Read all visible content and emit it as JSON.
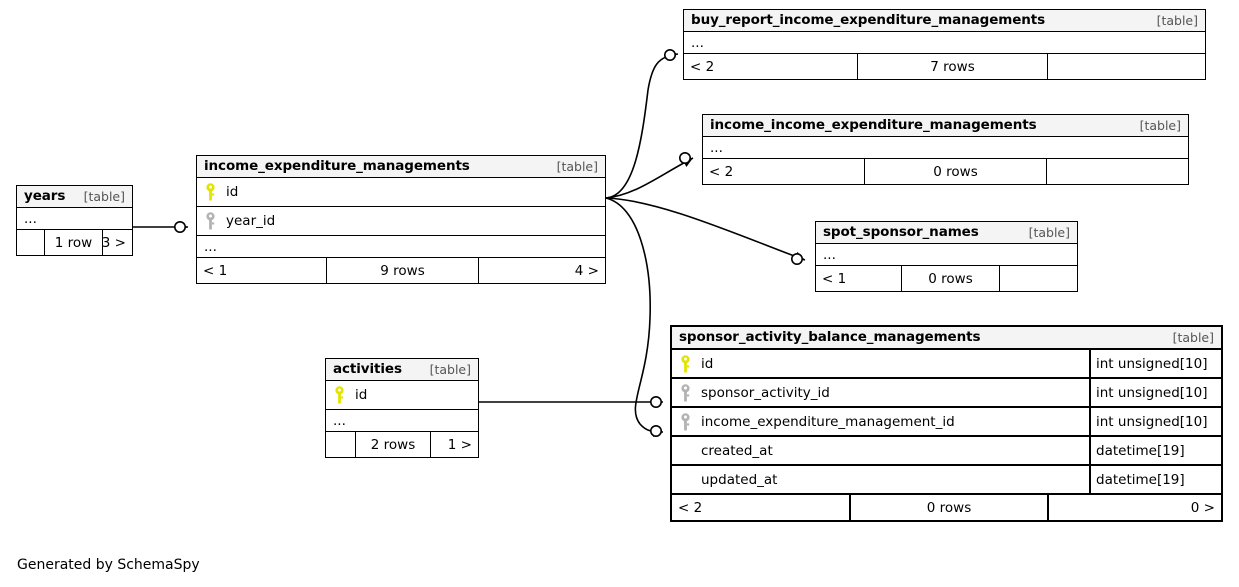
{
  "diagram": {
    "generator_credit": "Generated by SchemaSpy",
    "table_tag": "[table]",
    "ellipsis": "...",
    "colors": {
      "primary_key_icon": "#e3e300",
      "foreign_key_icon": "#b3b3b3",
      "header_background": "#f4f4f4",
      "border": "#000000",
      "edge": "#000000",
      "tag_text": "#555555"
    }
  },
  "tables": {
    "years": {
      "name": "years",
      "tag": "[table]",
      "columns": [],
      "ellipsis": "...",
      "footer": {
        "left": "",
        "middle": "1 row",
        "right": "3 >"
      }
    },
    "income_expenditure_managements": {
      "name": "income_expenditure_managements",
      "tag": "[table]",
      "columns": [
        {
          "icon": "primary-key-icon",
          "name": "id",
          "type": ""
        },
        {
          "icon": "foreign-key-icon",
          "name": "year_id",
          "type": ""
        }
      ],
      "ellipsis": "...",
      "footer": {
        "left": "< 1",
        "middle": "9 rows",
        "right": "4 >"
      }
    },
    "buy_report_income_expenditure_managements": {
      "name": "buy_report_income_expenditure_managements",
      "tag": "[table]",
      "columns": [],
      "ellipsis": "...",
      "footer": {
        "left": "< 2",
        "middle": "7 rows",
        "right": ""
      }
    },
    "income_income_expenditure_managements": {
      "name": "income_income_expenditure_managements",
      "tag": "[table]",
      "columns": [],
      "ellipsis": "...",
      "footer": {
        "left": "< 2",
        "middle": "0 rows",
        "right": ""
      }
    },
    "spot_sponsor_names": {
      "name": "spot_sponsor_names",
      "tag": "[table]",
      "columns": [],
      "ellipsis": "...",
      "footer": {
        "left": "< 1",
        "middle": "0 rows",
        "right": ""
      }
    },
    "activities": {
      "name": "activities",
      "tag": "[table]",
      "columns": [
        {
          "icon": "primary-key-icon",
          "name": "id",
          "type": ""
        }
      ],
      "ellipsis": "...",
      "footer": {
        "left": "",
        "middle": "2 rows",
        "right": "1 >"
      }
    },
    "sponsor_activity_balance_managements": {
      "name": "sponsor_activity_balance_managements",
      "tag": "[table]",
      "focus": true,
      "columns": [
        {
          "icon": "primary-key-icon",
          "name": "id",
          "type": "int unsigned[10]"
        },
        {
          "icon": "foreign-key-icon",
          "name": "sponsor_activity_id",
          "type": "int unsigned[10]"
        },
        {
          "icon": "foreign-key-icon",
          "name": "income_expenditure_management_id",
          "type": "int unsigned[10]"
        },
        {
          "icon": "none",
          "name": "created_at",
          "type": "datetime[19]"
        },
        {
          "icon": "none",
          "name": "updated_at",
          "type": "datetime[19]"
        }
      ],
      "ellipsis": "",
      "footer": {
        "left": "< 2",
        "middle": "0 rows",
        "right": "0 >"
      }
    }
  },
  "relationships": [
    {
      "from": "years",
      "to": "income_expenditure_managements"
    },
    {
      "from": "income_expenditure_managements",
      "to": "buy_report_income_expenditure_managements"
    },
    {
      "from": "income_expenditure_managements",
      "to": "income_income_expenditure_managements"
    },
    {
      "from": "income_expenditure_managements",
      "to": "spot_sponsor_names"
    },
    {
      "from": "income_expenditure_managements",
      "to": "sponsor_activity_balance_managements"
    },
    {
      "from": "activities",
      "to": "sponsor_activity_balance_managements"
    }
  ]
}
